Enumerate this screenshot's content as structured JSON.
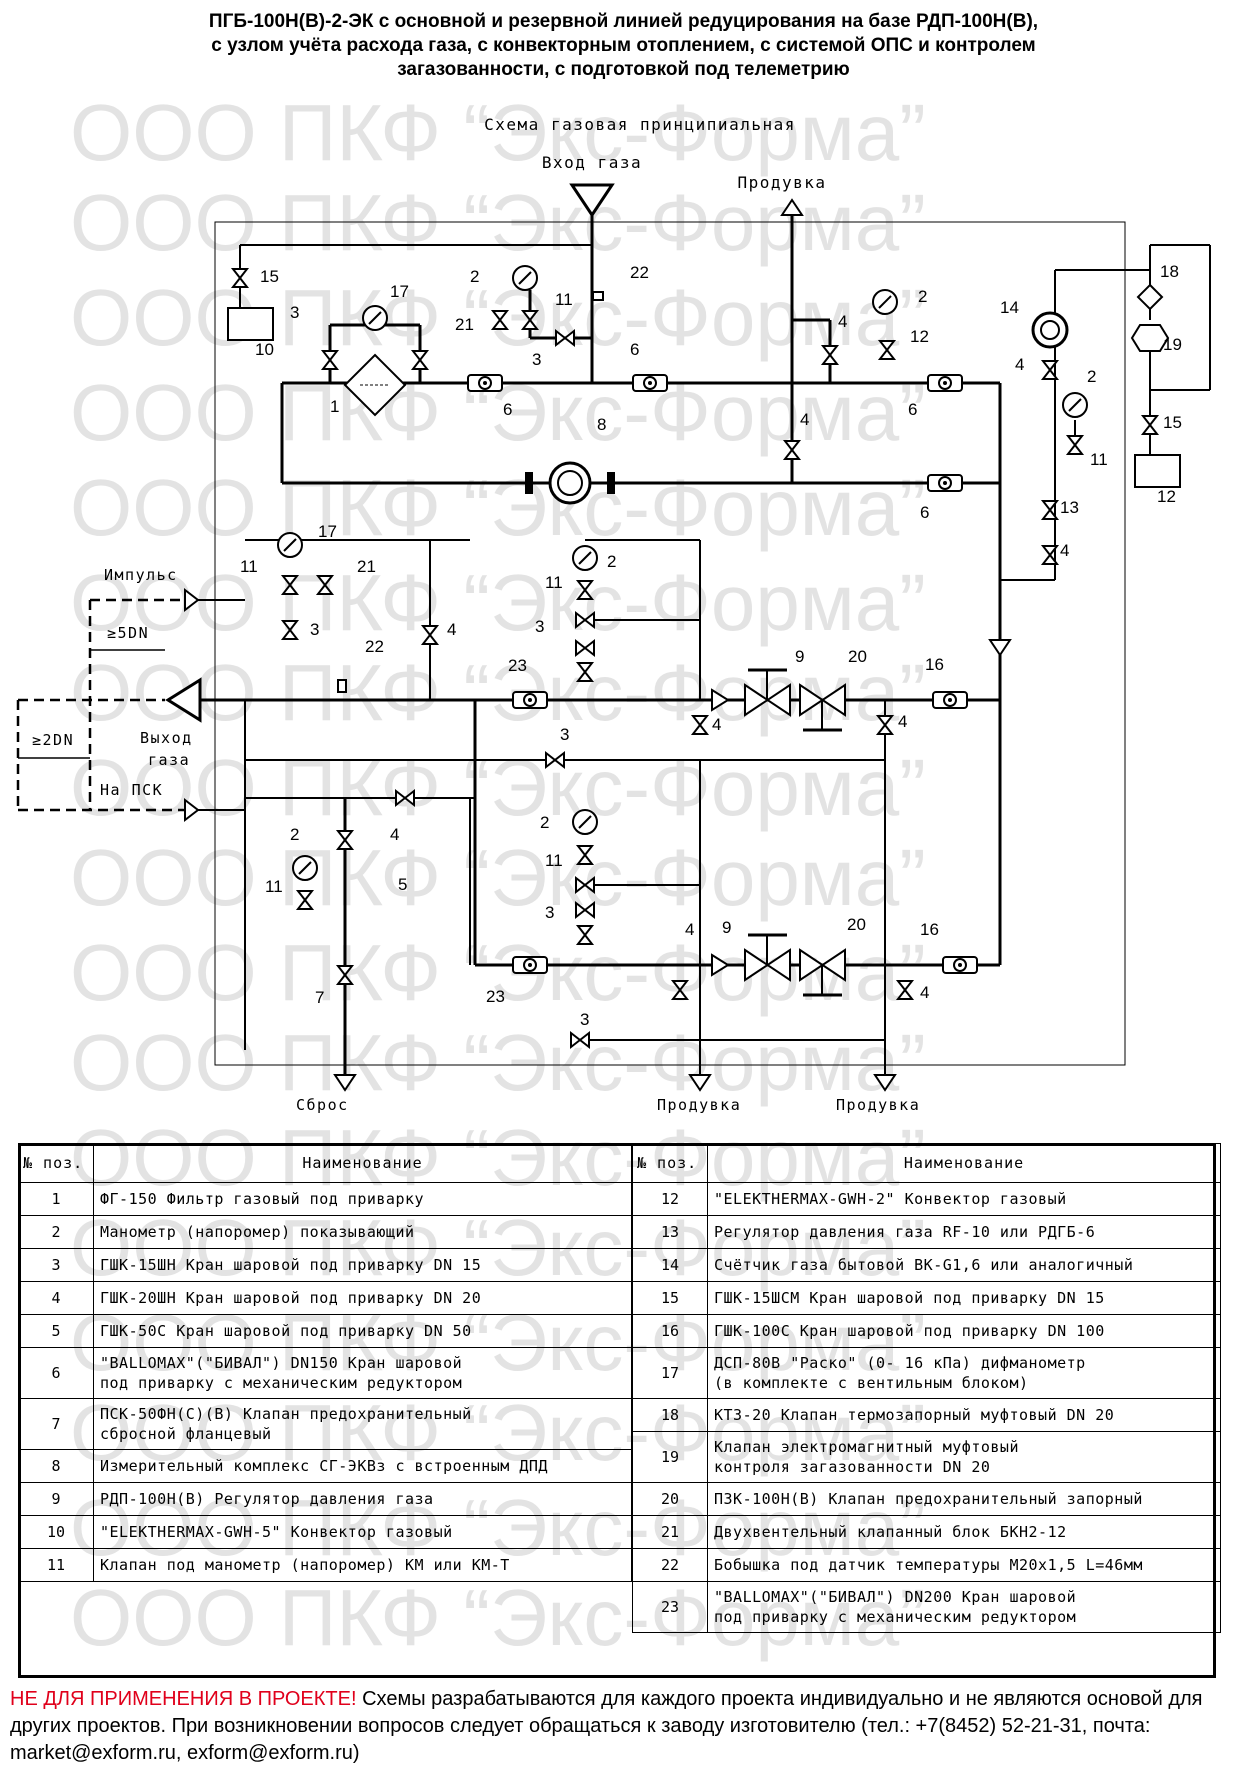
{
  "title": {
    "line1": "ПГБ-100Н(В)-2-ЭК с основной и резервной линией редуцирования на базе РДП-100Н(В),",
    "line2": "с узлом учёта расхода газа, с конвекторным отоплением, с системой ОПС и контролем",
    "line3": "загазованности, с подготовкой под телеметрию"
  },
  "scheme": {
    "heading": "Схема газовая принципиальная",
    "labels": {
      "gas_in": "Вход газа",
      "purge_top": "Продувка",
      "impulse": "Импульс",
      "dist_5dn": "≥5DN",
      "dist_2dn": "≥2DN",
      "gas_out_1": "Выход",
      "gas_out_2": "газа",
      "to_psk": "На ПСК",
      "discharge": "Сброс",
      "purge_bottom_1": "Продувка",
      "purge_bottom_2": "Продувка"
    },
    "positions": [
      "1",
      "2",
      "3",
      "4",
      "5",
      "6",
      "7",
      "8",
      "9",
      "10",
      "11",
      "12",
      "13",
      "14",
      "15",
      "16",
      "17",
      "18",
      "19",
      "20",
      "21",
      "22",
      "23"
    ]
  },
  "watermark": "ООО ПКФ “Экс-Форма”",
  "table": {
    "col_num": "№ поз.",
    "col_name": "Наименование",
    "left_rows": [
      {
        "num": "1",
        "name": [
          "ФГ-150 Фильтр газовый под приварку"
        ]
      },
      {
        "num": "2",
        "name": [
          "Манометр (напоромер) показывающий"
        ]
      },
      {
        "num": "3",
        "name": [
          "ГШК-15ШН Кран шаровой под приварку DN 15"
        ]
      },
      {
        "num": "4",
        "name": [
          "ГШК-20ШН Кран шаровой под приварку DN 20"
        ]
      },
      {
        "num": "5",
        "name": [
          "ГШК-50С Кран шаровой под приварку DN 50"
        ]
      },
      {
        "num": "6",
        "name": [
          "\"BALLOMAX\"(\"БИВАЛ\") DN150 Кран шаровой",
          "под приварку с механическим редуктором"
        ]
      },
      {
        "num": "7",
        "name": [
          "ПСК-50ФН(С)(В) Клапан предохранительный",
          "сбросной фланцевый"
        ]
      },
      {
        "num": "8",
        "name": [
          "Измерительный комплекс СГ-ЭКВз с встроенным ДПД"
        ]
      },
      {
        "num": "9",
        "name": [
          "РДП-100Н(В) Регулятор давления газа"
        ]
      },
      {
        "num": "10",
        "name": [
          "\"ELEKTHERMAX-GWH-5\" Конвектор газовый"
        ]
      },
      {
        "num": "11",
        "name": [
          "Клапан под манометр (напоромер) КМ или КМ-Т"
        ]
      }
    ],
    "right_rows": [
      {
        "num": "12",
        "name": [
          "\"ELEKTHERMAX-GWH-2\" Конвектор газовый"
        ]
      },
      {
        "num": "13",
        "name": [
          "Регулятор давления газа RF-10 или РДГБ-6"
        ]
      },
      {
        "num": "14",
        "name": [
          "Счётчик газа бытовой ВК-G1,6 или аналогичный"
        ]
      },
      {
        "num": "15",
        "name": [
          "ГШК-15ШСМ Кран шаровой под приварку DN 15"
        ]
      },
      {
        "num": "16",
        "name": [
          "ГШК-100С Кран шаровой под приварку DN 100"
        ]
      },
      {
        "num": "17",
        "name": [
          "ДСП-80В \"Раско\" (0- 16 кПа) дифманометр",
          "(в комплекте с вентильным блоком)"
        ]
      },
      {
        "num": "18",
        "name": [
          "КТЗ-20 Клапан термозапорный муфтовый DN 20"
        ]
      },
      {
        "num": "19",
        "name": [
          "Клапан электромагнитный муфтовый",
          "контроля загазованности DN 20"
        ]
      },
      {
        "num": "20",
        "name": [
          "ПЗК-100Н(В) Клапан предохранительный запорный"
        ]
      },
      {
        "num": "21",
        "name": [
          "Двухвентельный клапанный блок БКН2-12"
        ]
      },
      {
        "num": "22",
        "name": [
          "Бобышка под датчик температуры М20х1,5  L=46мм"
        ]
      },
      {
        "num": "23",
        "name": [
          "\"BALLOMAX\"(\"БИВАЛ\") DN200 Кран шаровой",
          "под приварку с механическим редуктором"
        ]
      }
    ]
  },
  "footer": {
    "warning": "НЕ ДЛЯ ПРИМЕНЕНИЯ В ПРОЕКТЕ!",
    "text": " Схемы разрабатываются для каждого проекта индивидуально и не являются основой для других проектов. При возникновении вопросов следует обращаться к заводу изготовителю (тел.: +7(8452) 52-21-31, почта: market@exform.ru, exform@exform.ru)"
  }
}
